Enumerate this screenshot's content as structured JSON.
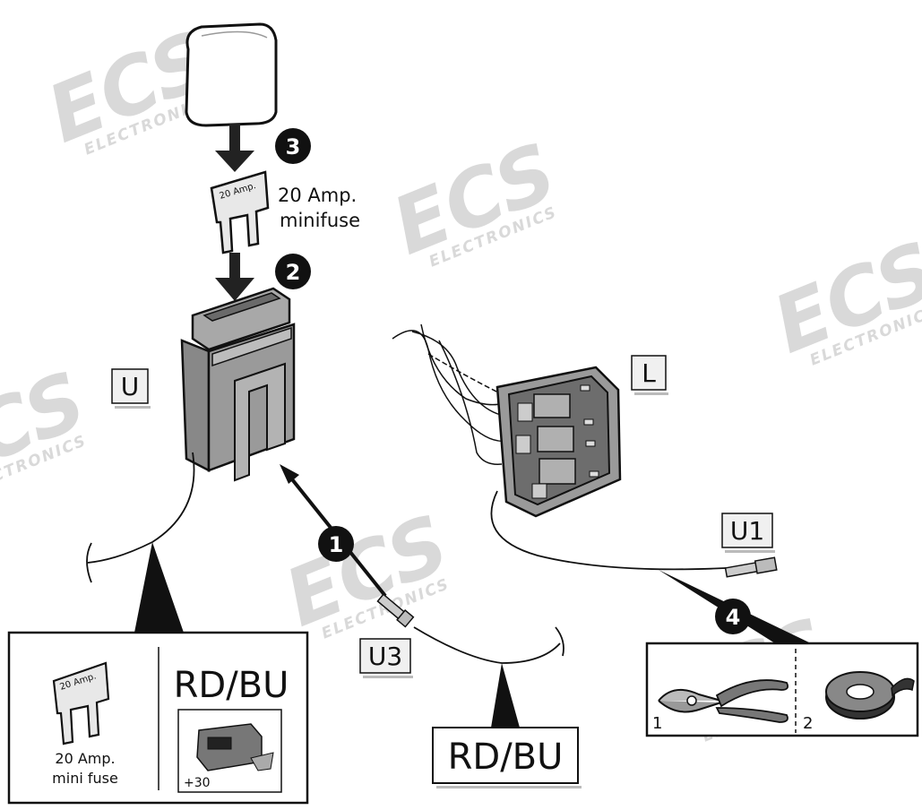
{
  "watermark": {
    "brand": "ECS",
    "sub": "ELECTRONICS"
  },
  "steps": [
    "1",
    "2",
    "3",
    "4"
  ],
  "fuse": {
    "marking": "20 Amp.",
    "caption_line1": "20 Amp.",
    "caption_line2": "minifuse"
  },
  "labels": {
    "holder_upper": "U",
    "holder_lower": "L",
    "wire_u1": "U1",
    "wire_u3": "U3",
    "wire_color_bottom": "RD/BU"
  },
  "legend_box": {
    "fuse_marking": "20 Amp.",
    "fuse_caption_line1": "20 Amp.",
    "fuse_caption_line2": "mini fuse",
    "wire_color": "RD/BU",
    "terminal_label": "+30"
  },
  "tools_box": {
    "tool1_number": "1",
    "tool2_number": "2"
  },
  "icons": [
    "fuse-cap-icon",
    "mini-fuse-icon",
    "fuse-holder-icon",
    "lower-holder-icon",
    "wire-terminal-icon",
    "module-icon",
    "pliers-icon",
    "tape-roll-icon"
  ]
}
